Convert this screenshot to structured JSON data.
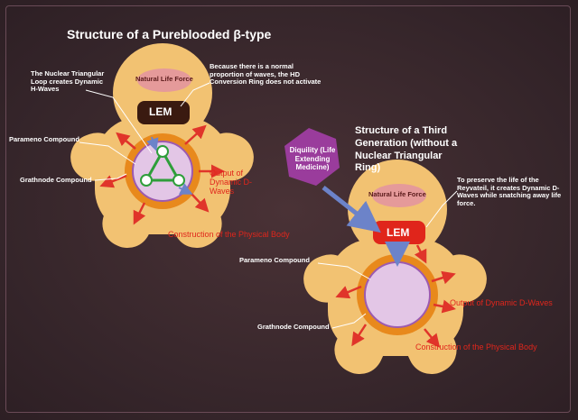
{
  "title_left": "Structure of a Pureblooded β-type",
  "title_right": "Structure of a Third Generation (without a Nuclear Triangular Ring)",
  "left": {
    "nuclear_loop": "The Nuclear Triangular Loop creates Dynamic H-Waves",
    "normal_proportion": "Because there is a normal proportion of waves, the HD Conversion Ring does not activate",
    "natural_life_force": "Natural Life Force",
    "lem": "LEM",
    "parameno": "Parameno Compound",
    "grathnode": "Grathnode Compound",
    "output": "Output of Dynamic D-Waves",
    "construction": "Construction of the Physical Body"
  },
  "right": {
    "diquility": "Diquility (Life Extending Medicine)",
    "natural_life_force": "Natural Life Force",
    "lem": "LEM",
    "preserve": "To preserve the life of the Reyvateil, it creates Dynamic D-Waves while snatching away life force.",
    "parameno": "Parameno Compound",
    "grathnode": "Grathnode Compound",
    "output": "Output of Dynamic D-Waves",
    "construction": "Construction of the Physical Body"
  },
  "colors": {
    "body": "#f2c272",
    "ring": "#e8891c",
    "core": "#e3c6e6",
    "lem_left": "#3a1a10",
    "lem_right": "#e0251b",
    "oval": "#e59a9a",
    "hexagon": "#9a3c9c",
    "arrow": "#e0342a",
    "blue_arrow": "#6c83c9"
  }
}
